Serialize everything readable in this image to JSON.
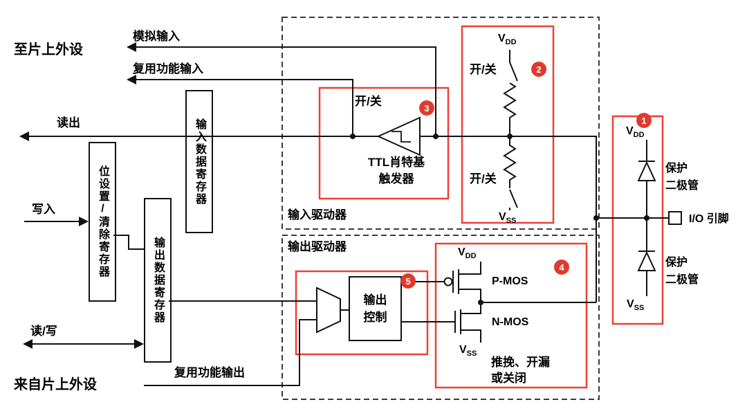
{
  "colors": {
    "box_red": "#ee4035",
    "badge_red": "#e03a2f",
    "line_black": "#111111"
  },
  "labels": {
    "to_peripheral": "至片上外设",
    "analog_input": "模拟输入",
    "alt_func_input": "复用功能输入",
    "read_out": "读出",
    "write_in": "写入",
    "read_write": "读/写",
    "from_peripheral": "来自片上外设",
    "alt_func_output": "复用功能输出",
    "input_driver": "输入驱动器",
    "output_driver": "输出驱动器",
    "input_data_register": "输入数据寄存器",
    "bit_set_clear_register": "位设置/清除寄存器",
    "output_data_register": "输出数据寄存器",
    "on_off": "开/关",
    "ttl_schmitt": "TTL肖特基\n触发器",
    "output_control": "输出\n控制",
    "push_pull": "推挽、开漏\n或关闭",
    "protection_diode": "保护\n二极管",
    "io_pin": "I/O 引脚",
    "pmos": "P-MOS",
    "nmos": "N-MOS",
    "v": "V",
    "dd": "DD",
    "ss": "SS"
  },
  "badges": [
    "1",
    "2",
    "3",
    "4",
    "5"
  ]
}
